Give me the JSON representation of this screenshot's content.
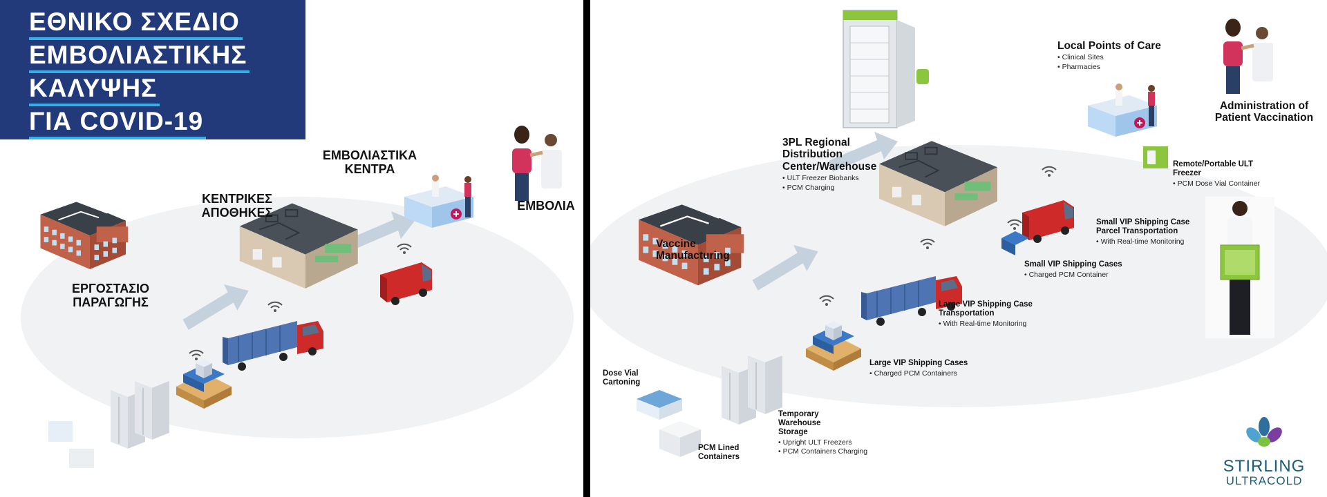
{
  "left": {
    "title_lines": [
      "ΕΘΝΙΚΟ ΣΧΕΔΙΟ",
      "ΕΜΒΟΛΙΑΣΤΙΚΗΣ",
      "ΚΑΛΥΨΗΣ",
      "ΓΙΑ COVID-19"
    ],
    "factory": "ΕΡΓΟΣΤΑΣΙΟ ΠΑΡΑΓΩΓΗΣ",
    "warehouses": "ΚΕΝΤΡΙΚΕΣ ΑΠΟΘΗΚΕΣ",
    "centers": "ΕΜΒΟΛΙΑΣΤΙΚΑ ΚΕΝΤΡΑ",
    "vaccinations": "ΕΜΒΟΛΙΑ"
  },
  "right": {
    "manufacturing": "Vaccine Manufacturing",
    "distribution": {
      "title": "3PL Regional Distribution Center/Warehouse",
      "bullets": [
        "ULT Freezer Biobanks",
        "PCM Charging"
      ]
    },
    "points_of_care": {
      "title": "Local Points of Care",
      "bullets": [
        "Clinical Sites",
        "Pharmacies"
      ]
    },
    "administration": "Administration of Patient Vaccination",
    "remote_freezer": {
      "title": "Remote/Portable ULT Freezer",
      "bullets": [
        "PCM Dose Vial Container"
      ]
    },
    "small_parcel": {
      "title": "Small VIP Shipping Case Parcel Transportation",
      "bullets": [
        "With Real-time Monitoring"
      ]
    },
    "small_cases": {
      "title": "Small VIP Shipping Cases",
      "bullets": [
        "Charged PCM Container"
      ]
    },
    "large_transport": {
      "title": "Large VIP Shipping Case Transportation",
      "bullets": [
        "With Real-time Monitoring"
      ]
    },
    "large_cases": {
      "title": "Large VIP Shipping Cases",
      "bullets": [
        "Charged PCM Containers"
      ]
    },
    "dose_vial": "Dose Vial Cartoning",
    "pcm_lined": "PCM Lined Containers",
    "temp_storage": {
      "title": "Temporary Warehouse Storage",
      "bullets": [
        "Upright ULT Freezers",
        "PCM Containers Charging"
      ]
    },
    "brand_line1": "STIRLING",
    "brand_line2": "ULTRACOLD"
  },
  "colors": {
    "title_bg": "#223a7a",
    "title_underline": "#36b0e8",
    "arrow": "#c5d2de",
    "brick": "#c0614a",
    "roof": "#3a4047",
    "truck_cab": "#cf2a2a",
    "container": "#4e74b3",
    "pallet": "#e1b06b",
    "counter": "#bcd9f5",
    "freezer_green": "#8cc63f",
    "brand_text": "#1b5c79"
  },
  "icons": [
    "factory-icon",
    "warehouse-icon",
    "truck-icon",
    "van-icon",
    "pallet-icon",
    "freezer-icon",
    "wifi-icon",
    "vaccination-icon",
    "care-counter-icon",
    "stirling-logo-icon"
  ]
}
